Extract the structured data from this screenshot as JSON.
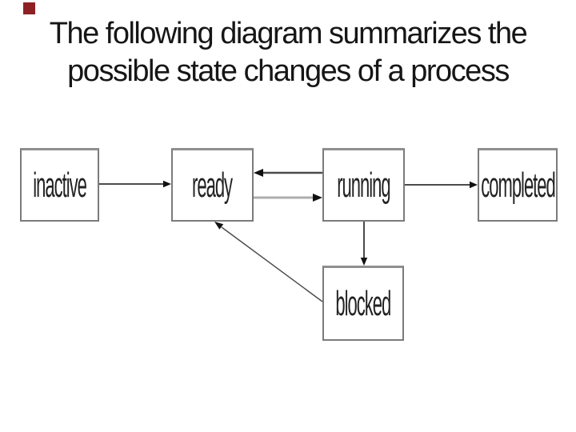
{
  "slide": {
    "title_line1": "The following diagram summarizes the",
    "title_line2": "possible state changes of a process",
    "corner_marker_color": "#8e2125",
    "background_color": "#ffffff"
  },
  "diagram": {
    "nodes": [
      {
        "id": "inactive",
        "label": "inactive"
      },
      {
        "id": "ready",
        "label": "ready"
      },
      {
        "id": "running",
        "label": "running"
      },
      {
        "id": "completed",
        "label": "completed"
      },
      {
        "id": "blocked",
        "label": "blocked"
      }
    ],
    "edges": [
      {
        "from": "inactive",
        "to": "ready",
        "style": "thin-dark"
      },
      {
        "from": "running",
        "to": "ready",
        "style": "thick-dark"
      },
      {
        "from": "ready",
        "to": "running",
        "style": "thick-light"
      },
      {
        "from": "running",
        "to": "completed",
        "style": "thin-dark"
      },
      {
        "from": "running",
        "to": "blocked",
        "style": "thin-dark"
      },
      {
        "from": "blocked",
        "to": "ready",
        "style": "thin-dark-diagonal"
      }
    ],
    "colors": {
      "box_border": "#7b7b7b",
      "box_border_top": "#8f8f8f",
      "edge_dark": "#4c4c4c",
      "edge_light": "#adadad",
      "arrowhead": "#111111",
      "label_text": "#222222",
      "title_text": "#161616"
    }
  }
}
